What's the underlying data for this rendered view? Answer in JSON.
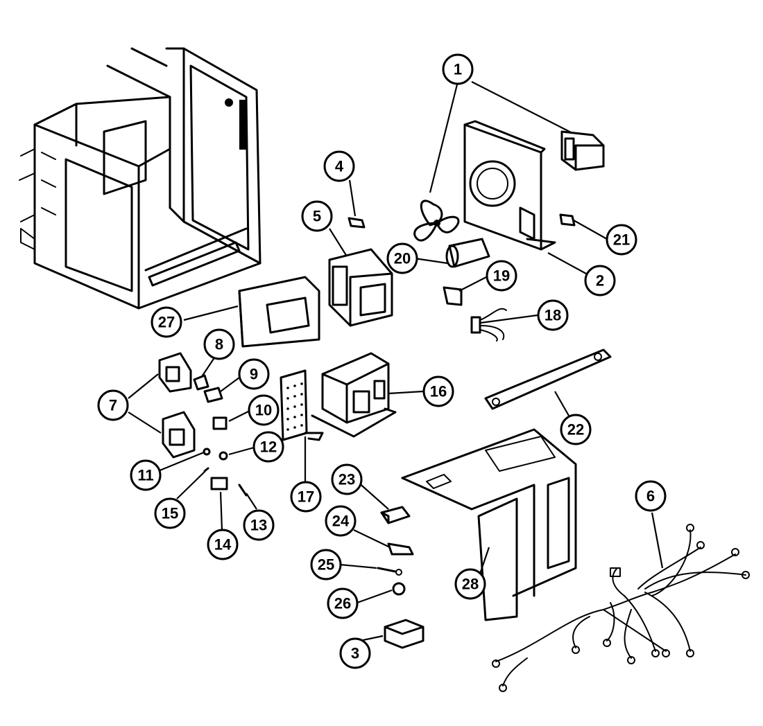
{
  "diagram": {
    "callouts": [
      {
        "id": "1",
        "label": "1"
      },
      {
        "id": "2",
        "label": "2"
      },
      {
        "id": "3",
        "label": "3"
      },
      {
        "id": "4",
        "label": "4"
      },
      {
        "id": "5",
        "label": "5"
      },
      {
        "id": "6",
        "label": "6"
      },
      {
        "id": "7",
        "label": "7"
      },
      {
        "id": "8",
        "label": "8"
      },
      {
        "id": "9",
        "label": "9"
      },
      {
        "id": "10",
        "label": "10"
      },
      {
        "id": "11",
        "label": "11"
      },
      {
        "id": "12",
        "label": "12"
      },
      {
        "id": "13",
        "label": "13"
      },
      {
        "id": "14",
        "label": "14"
      },
      {
        "id": "15",
        "label": "15"
      },
      {
        "id": "16",
        "label": "16"
      },
      {
        "id": "17",
        "label": "17"
      },
      {
        "id": "18",
        "label": "18"
      },
      {
        "id": "19",
        "label": "19"
      },
      {
        "id": "20",
        "label": "20"
      },
      {
        "id": "21",
        "label": "21"
      },
      {
        "id": "22",
        "label": "22"
      },
      {
        "id": "23",
        "label": "23"
      },
      {
        "id": "24",
        "label": "24"
      },
      {
        "id": "25",
        "label": "25"
      },
      {
        "id": "26",
        "label": "26"
      },
      {
        "id": "27",
        "label": "27"
      },
      {
        "id": "28",
        "label": "28"
      }
    ]
  }
}
